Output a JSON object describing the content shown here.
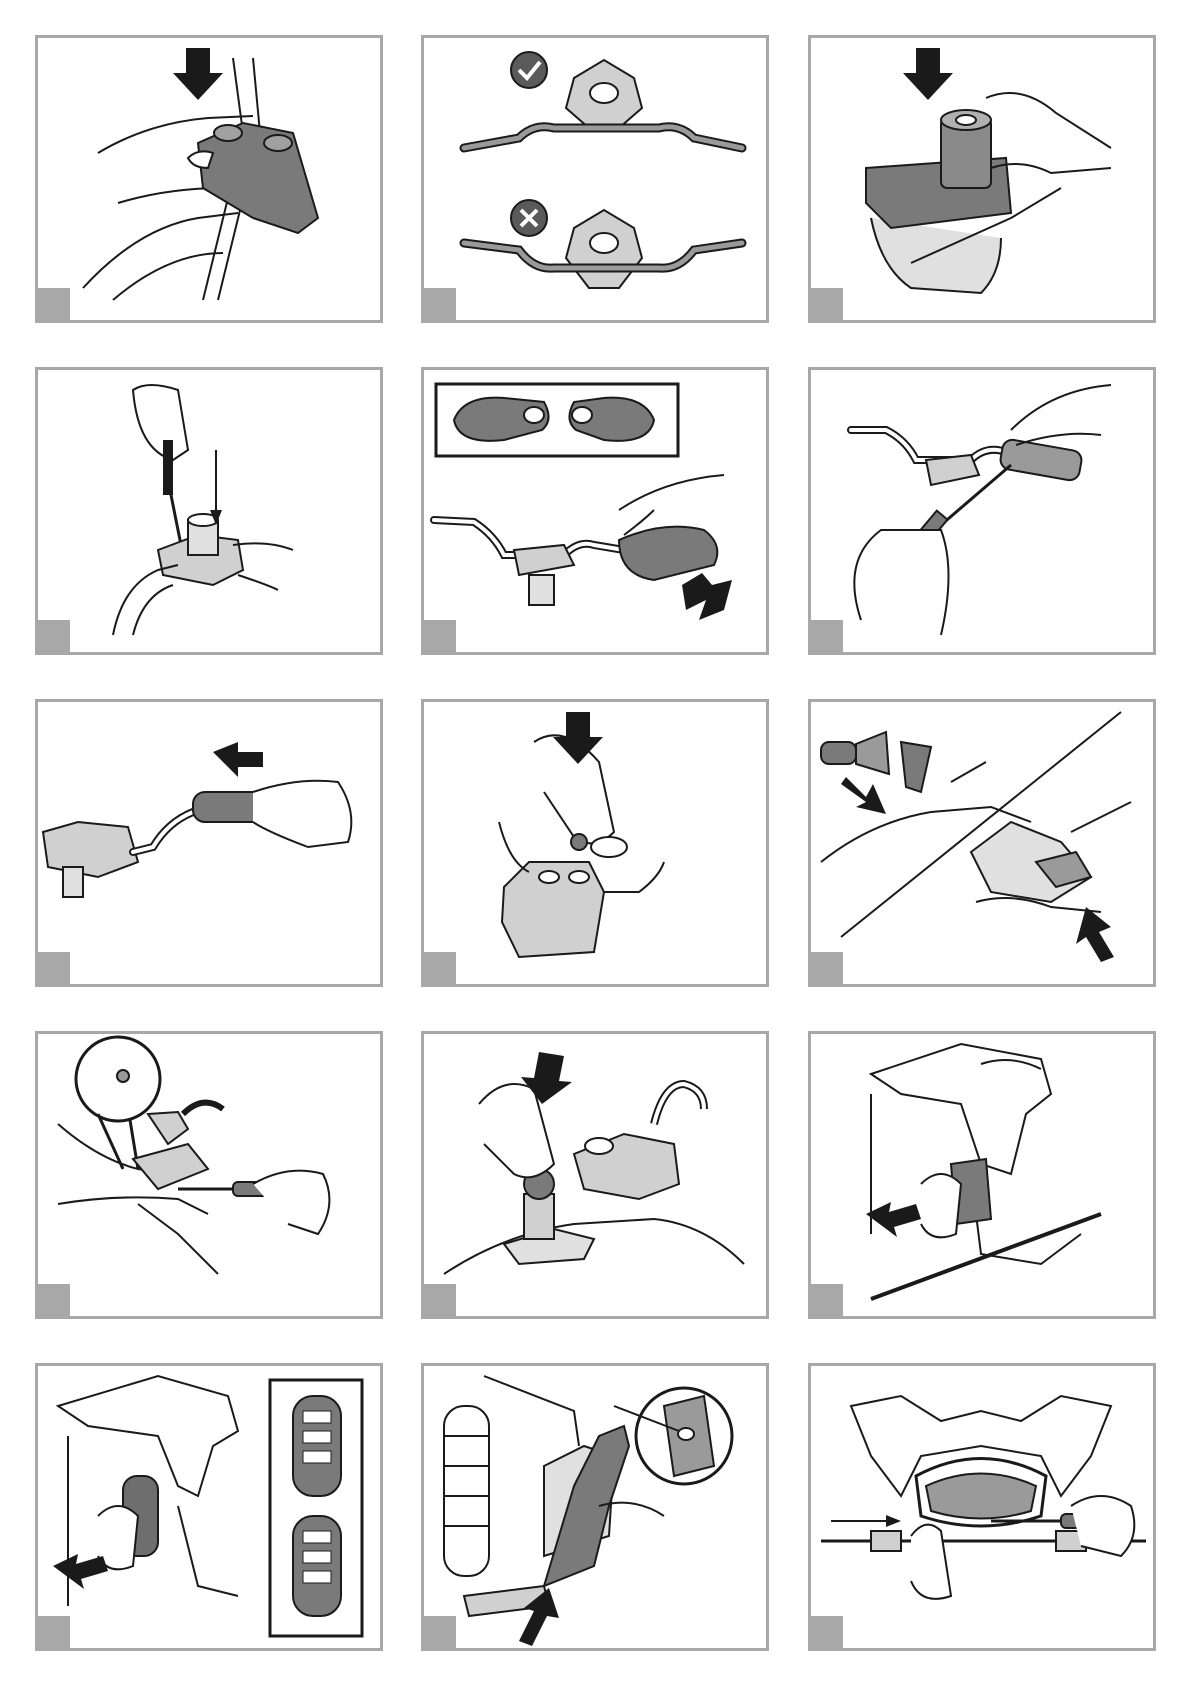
{
  "colors": {
    "frame": "#a8a8a8",
    "tab": "#a8a8a8",
    "ink": "#1a1a1a",
    "part_dark": "#6e6e6e",
    "part_mid": "#9a9a9a",
    "part_light": "#d0d0d0"
  },
  "panels": [
    {
      "id": 1,
      "subject": "stem-clamp-on-handlebar",
      "arrow": "down"
    },
    {
      "id": 2,
      "subject": "handlebar-orientation-correct-incorrect",
      "icons": [
        "check-icon",
        "cross-icon"
      ]
    },
    {
      "id": 3,
      "subject": "steering-column-insert",
      "arrow": "down"
    },
    {
      "id": 4,
      "subject": "screwdriver-tighten-clamp",
      "arrow": "down-thin"
    },
    {
      "id": 5,
      "subject": "hand-guard-fitting",
      "arrow": "up-left"
    },
    {
      "id": 6,
      "subject": "screwdriver-hand-guard",
      "arrow": "none"
    },
    {
      "id": 7,
      "subject": "grip-slide-on",
      "arrow": "left"
    },
    {
      "id": 8,
      "subject": "key-insert-ignition",
      "arrow": "down"
    },
    {
      "id": 9,
      "subject": "headlight-connector-and-battery",
      "arrow": "down-left"
    },
    {
      "id": 10,
      "subject": "screw-steering-mount",
      "icons": [
        "magnifier-detail"
      ]
    },
    {
      "id": 11,
      "subject": "handlebar-assembly-onto-body",
      "arrow": "down"
    },
    {
      "id": 12,
      "subject": "fork-cover-fitting",
      "arrow": "right"
    },
    {
      "id": 13,
      "subject": "fork-boot-fitting",
      "arrow": "right"
    },
    {
      "id": 14,
      "subject": "fork-arm-fitting",
      "arrow": "up"
    },
    {
      "id": 15,
      "subject": "front-axle-screw",
      "arrow": "right-thin"
    }
  ]
}
